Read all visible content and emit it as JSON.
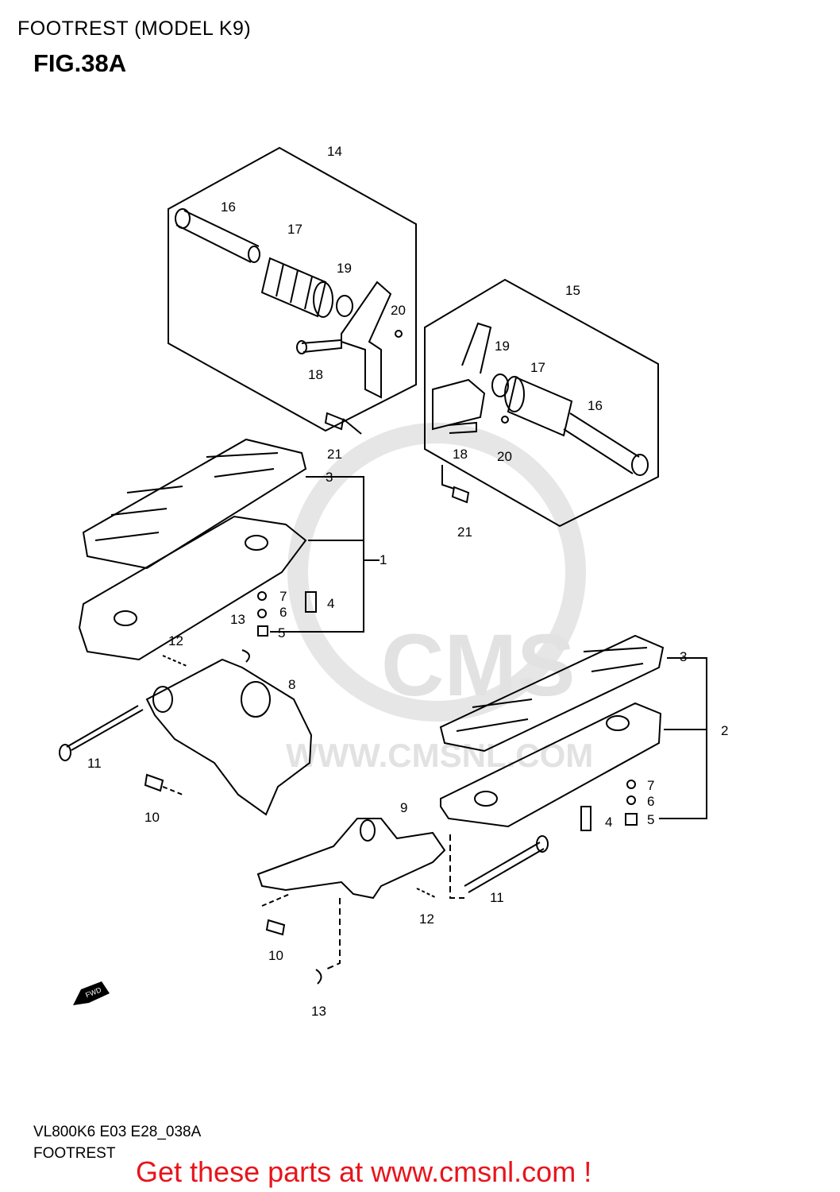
{
  "header": {
    "title": "FOOTREST (MODEL K9)",
    "figure": "FIG.38A"
  },
  "watermark": {
    "brand": "CMS",
    "url": "WWW.CMSNL.COM"
  },
  "parts": {
    "p1": "1",
    "p2": "2",
    "p3a": "3",
    "p3b": "3",
    "p4a": "4",
    "p4b": "4",
    "p5a": "5",
    "p5b": "5",
    "p6a": "6",
    "p6b": "6",
    "p7a": "7",
    "p7b": "7",
    "p8": "8",
    "p9": "9",
    "p10a": "10",
    "p10b": "10",
    "p11a": "11",
    "p11b": "11",
    "p12a": "12",
    "p12b": "12",
    "p13a": "13",
    "p13b": "13",
    "p14": "14",
    "p15": "15",
    "p16a": "16",
    "p16b": "16",
    "p17a": "17",
    "p17b": "17",
    "p18a": "18",
    "p18b": "18",
    "p19a": "19",
    "p19b": "19",
    "p20a": "20",
    "p20b": "20",
    "p21a": "21",
    "p21b": "21"
  },
  "fwd": "FWD",
  "footer": {
    "code": "VL800K6 E03 E28_038A",
    "name": "FOOTREST",
    "promo": "Get these parts at www.cmsnl.com !"
  },
  "colors": {
    "promo": "#e8141b",
    "watermark": "#e2e2e2"
  }
}
